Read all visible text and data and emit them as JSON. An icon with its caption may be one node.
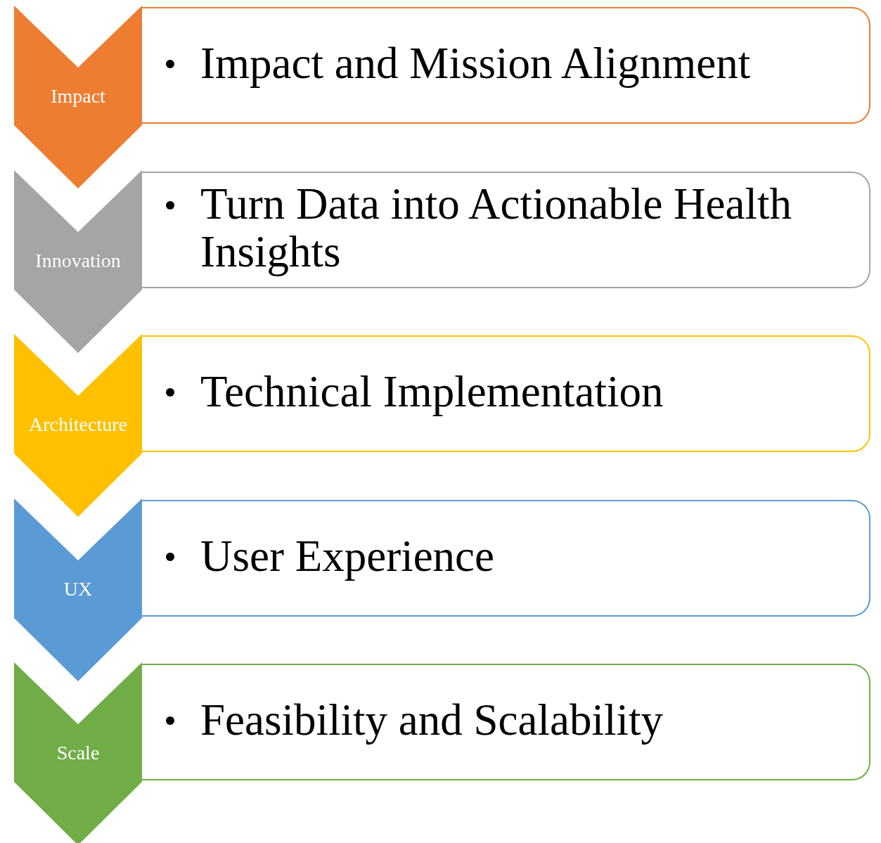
{
  "diagram": {
    "nodes": [
      {
        "text": [
          "Impact"
        ]
      },
      {
        "text": [
          "Impact and Mission Alignment"
        ]
      },
      {
        "text": [
          "Innovation"
        ]
      },
      {
        "text": [
          "Turn Data into Actionable Health Insights"
        ]
      },
      {
        "text": [
          "Architecture"
        ]
      },
      {
        "text": [
          "Technical Implementation"
        ]
      },
      {
        "text": [
          "UX"
        ]
      },
      {
        "text": [
          "User Experience"
        ]
      },
      {
        "text": [
          "Scale"
        ]
      },
      {
        "text": [
          "Feasibility and Scalability"
        ]
      }
    ]
  }
}
